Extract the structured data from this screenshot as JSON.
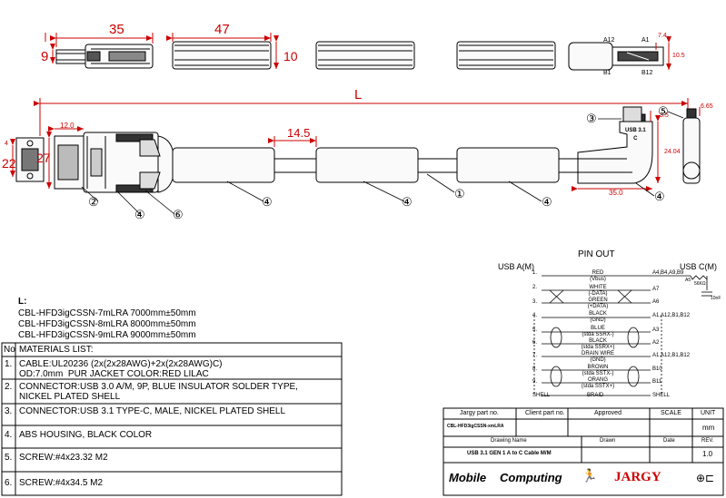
{
  "dimensions": {
    "d35": "35",
    "d47": "47",
    "d9": "9",
    "d10": "10",
    "dL": "L",
    "d12": "12.0",
    "d14_5": "14.5",
    "d22": "22",
    "d27": "27",
    "d7_4": "7.4",
    "d10_5": "10.5",
    "d6_65": "6.65",
    "d3_5": "3.5",
    "d24": "24.04",
    "d35b": "35.0",
    "d4": "4"
  },
  "pin_labels": {
    "a12": "A12",
    "a1": "A1",
    "b1": "B1",
    "b12": "B12"
  },
  "connector_mark": "USB 3.1\nC",
  "callouts": [
    "①",
    "②",
    "③",
    "④",
    "⑤",
    "⑥"
  ],
  "length_block": {
    "heading": "L:",
    "lines": [
      "CBL-HFD3igCSSN-7mLRA 7000mm±50mm",
      "CBL-HFD3igCSSN-8mLRA 8000mm±50mm",
      "CBL-HFD3igCSSN-9mLRA 9000mm±50mm"
    ]
  },
  "materials": {
    "header_no": "No",
    "header_title": "MATERIALS LIST:",
    "rows": [
      {
        "no": "1.",
        "text": "CABLE:UL20236 (2x(2x28AWG)+2x(2x28AWG)C)\nOD:7.0mm  PUR JACKET COLOR:RED LILAC"
      },
      {
        "no": "2.",
        "text": "CONNECTOR:USB 3.0 A/M, 9P, BLUE INSULATOR SOLDER TYPE,\nNICKEL PLATED SHELL"
      },
      {
        "no": "3.",
        "text": "CONNECTOR:USB 3.1 TYPE-C, MALE, NICKEL PLATED SHELL"
      },
      {
        "no": "4.",
        "text": "ABS HOUSING, BLACK COLOR"
      },
      {
        "no": "5.",
        "text": "SCREW:#4x23.32 M2"
      },
      {
        "no": "6.",
        "text": "SCREW:#4x34.5 M2"
      }
    ]
  },
  "pinout": {
    "title": "PIN OUT",
    "left_header": "USB A(M)",
    "right_header": "USB C(M)",
    "a5_label": "A5",
    "a5_res": "56KΩ",
    "cap_label": "10nF",
    "rows": [
      {
        "a": "1.",
        "wire": "RED\n(Vbus)",
        "c": "A4,B4,A9,B9"
      },
      {
        "a": "2.",
        "wire": "WHITE\n(-DATA)",
        "c": "A7"
      },
      {
        "a": "3.",
        "wire": "GREEN\n(+DATA)",
        "c": "A6"
      },
      {
        "a": "4.",
        "wire": "BLACK\n(GND)",
        "c": "A1,A12,B1,B12"
      },
      {
        "a": "5.",
        "wire": "BLUE\n(stda SSRX-)",
        "c": "A3"
      },
      {
        "a": "6.",
        "wire": "BLACK\n(stda SSRX+)",
        "c": "A2"
      },
      {
        "a": "7.",
        "wire": "DRAIN WIRE\n(GND)",
        "c": "A1,A12,B1,B12"
      },
      {
        "a": "8.",
        "wire": "BROWN\n(stda SSTX-)",
        "c": "B10"
      },
      {
        "a": "9.",
        "wire": "ORANG\n(stda SSTX+)",
        "c": "B11"
      },
      {
        "a": "SHELL",
        "wire": "BRAID",
        "c": "SHELL"
      }
    ]
  },
  "titleblock": {
    "h_jargy": "Jargy part no.",
    "h_client": "Client part no.",
    "h_approved": "Approved",
    "h_scale": "SCALE",
    "h_unit": "UNIT",
    "part_no": "CBL-HFD3igCSSN-xmLRA",
    "unit": "mm",
    "h_drawing": "Drawing Name",
    "h_drawn": "Drawn",
    "h_date": "Date",
    "h_rev": "REV.",
    "drawing_name": "USB 3.1 GEN 1 A to C Cable M/M",
    "rev": "1.0",
    "logo_mobile": "Mobile",
    "logo_computing": "Computing",
    "logo_jargy": "JARGY"
  }
}
